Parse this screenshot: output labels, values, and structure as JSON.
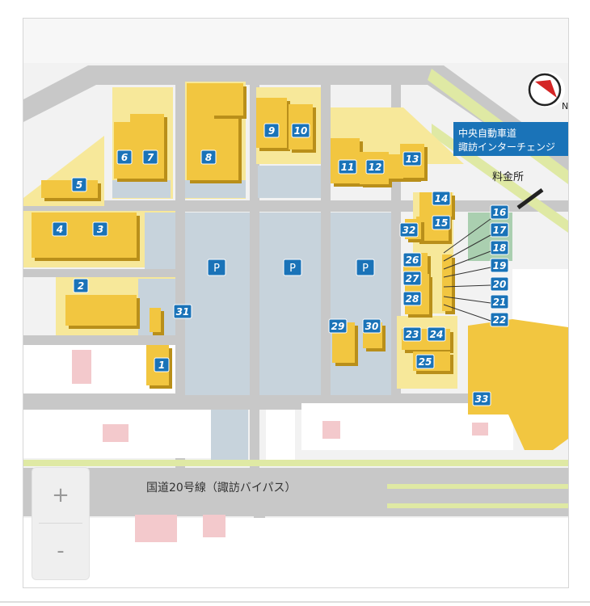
{
  "road_label": "国道20号線（諏訪バイパス）",
  "highway": {
    "line1": "中央自動車道",
    "line2": "諏訪インターチェンジ"
  },
  "toll_gate": "料金所",
  "compass": {
    "label": "N"
  },
  "zoom": {
    "in_label": "+",
    "out_label": "-"
  },
  "parking": [
    "P",
    "P",
    "P"
  ],
  "buildings": [
    "1",
    "2",
    "3",
    "4",
    "5",
    "6",
    "7",
    "8",
    "9",
    "10",
    "11",
    "12",
    "13",
    "14",
    "15",
    "16",
    "17",
    "18",
    "19",
    "20",
    "21",
    "22",
    "23",
    "24",
    "25",
    "26",
    "27",
    "28",
    "29",
    "30",
    "31",
    "32",
    "33"
  ],
  "colors": {
    "building": "#f2c640",
    "highlight_area": "#f7e89a",
    "parking": "#c7d3dc",
    "label_bg": "#1a73b8",
    "road": "#c8c8c8",
    "green_strip": "#dfe9a4",
    "green_area": "#6fb37a",
    "pink": "#f3c9cc"
  }
}
